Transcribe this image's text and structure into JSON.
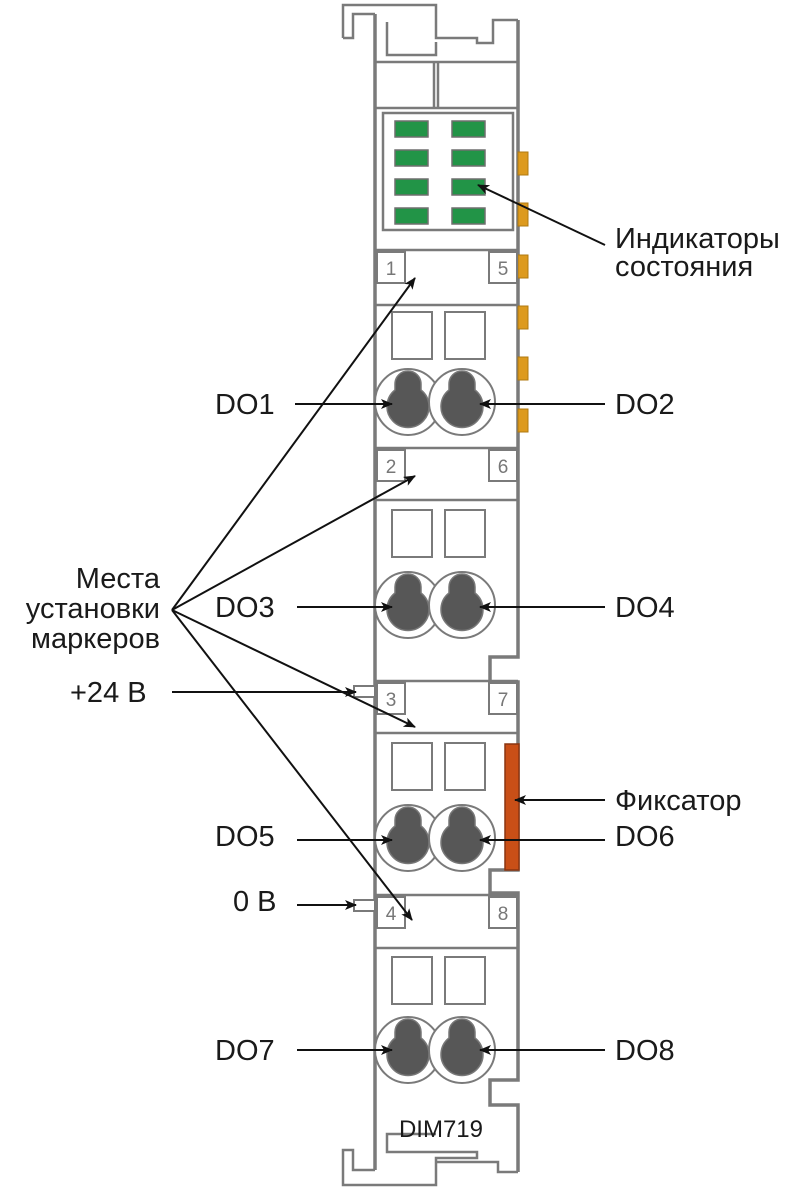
{
  "module": {
    "model": "DIM719"
  },
  "labels": {
    "indicators": [
      "Индикаторы",
      "состояния"
    ],
    "markers": [
      "Места",
      "установки",
      "маркеров"
    ],
    "latch": "Фиксатор",
    "plus24": "+24 В",
    "zero": "0 В",
    "outputs": [
      "DO1",
      "DO2",
      "DO3",
      "DO4",
      "DO5",
      "DO6",
      "DO7",
      "DO8"
    ]
  },
  "terminal_numbers": [
    "1",
    "2",
    "3",
    "4",
    "5",
    "6",
    "7",
    "8"
  ],
  "colors": {
    "led": "#229447",
    "tab": "#dd9a1e",
    "latch": "#c94f17",
    "outline": "#7a7a7a",
    "screw": "#575757"
  }
}
